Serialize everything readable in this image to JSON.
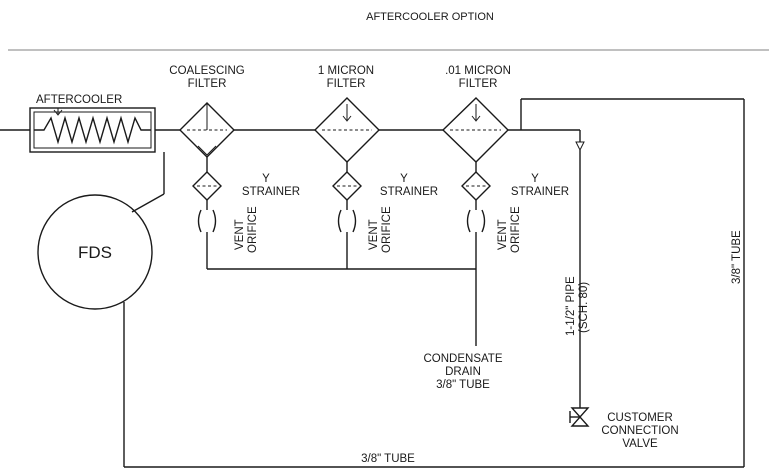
{
  "diagram": {
    "title": "AFTERCOOLER OPTION",
    "aftercooler_label": "AFTERCOOLER",
    "fds_label": "FDS",
    "filters": [
      {
        "line1": "COALESCING",
        "line2": "FILTER"
      },
      {
        "line1": "1 MICRON",
        "line2": "FILTER"
      },
      {
        "line1": ".01 MICRON",
        "line2": "FILTER"
      }
    ],
    "strainer_line1": "Y",
    "strainer_line2": "STRAINER",
    "vent_line1": "VENT",
    "vent_line2": "ORIFICE",
    "pipe_line1": "1-1/2\" PIPE",
    "pipe_line2": "(SCH. 80)",
    "tube_right": "3/8\"  TUBE",
    "tube_bottom": "3/8\"  TUBE",
    "condensate": [
      "CONDENSATE",
      "DRAIN",
      "3/8\" TUBE"
    ],
    "customer_valve": [
      "CUSTOMER",
      "CONNECTION",
      "VALVE"
    ]
  }
}
